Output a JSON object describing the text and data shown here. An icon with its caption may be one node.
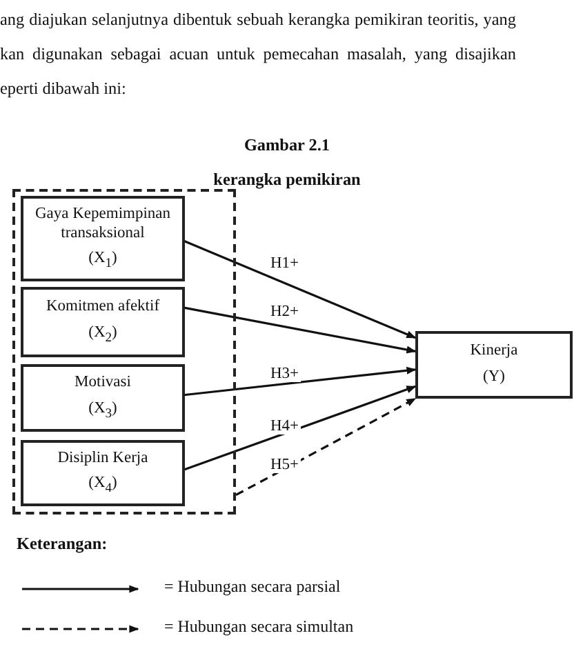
{
  "diagram": {
    "title": "Gambar 2.1",
    "nodes": [
      {
        "text": [],
        "shape": "box"
      },
      {
        "text": [
          "Gaya Kepemimpinan transaksional",
          "(X$_{1}$)"
        ],
        "in": 0
      },
      {
        "text": [
          "Komitmen afektif",
          "(X$_{2}$)"
        ],
        "in": 0
      },
      {
        "text": [
          "Motivasi",
          "(X$_{3}$)"
        ],
        "in": 0
      },
      {
        "text": [
          "Disiplin Kerja",
          "(X$_{4}$)"
        ],
        "in": 0
      },
      {
        "text": [
          "Kinerja",
          "(Y)"
        ]
      }
    ],
    "edges": [
      {
        "from": 1,
        "to": 5,
        "arrow": "to",
        "label": "H1+"
      },
      {
        "from": 2,
        "to": 5,
        "arrow": "to",
        "label": "H2+"
      },
      {
        "from": 3,
        "to": 5,
        "arrow": "to",
        "label": "H3+"
      },
      {
        "from": 4,
        "to": 5,
        "arrow": "to",
        "label": "H4+"
      },
      {
        "from": 0,
        "to": 5,
        "arrow": "to",
        "label": "H5+",
        "style": "dashed"
      }
    ],
    "labels": [
      "ang diajukan selanjutnya dibentuk sebuah kerangka pemikiran teoritis, yang kan digunakan sebagai acuan untuk pemecahan masalah, yang disajikan eperti dibawah ini:",
      "kerangka pemikiran",
      "Keterangan:"
    ],
    "legend": [
      {
        "text": "= Hubungan secara parsial"
      },
      {
        "text": "= Hubungan secara simultan"
      }
    ]
  }
}
